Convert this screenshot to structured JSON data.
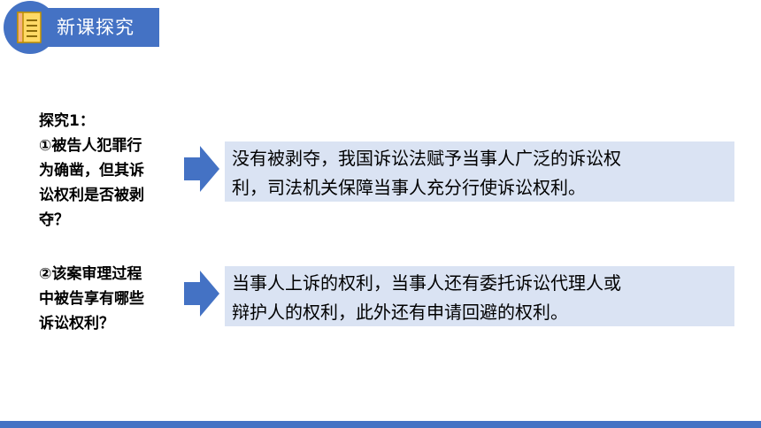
{
  "header": {
    "title": "新课探究",
    "icon": "notebook-icon",
    "color": "#4472c4"
  },
  "section": {
    "heading": "探究1："
  },
  "questions": [
    {
      "lines": [
        "①被告人犯罪行",
        "为确凿，但其诉",
        "讼权利是否被剥",
        "夺？"
      ],
      "answer_lines": [
        "没有被剥夺，我国诉讼法赋予当事人广泛的诉讼权",
        "利，司法机关保障当事人充分行使诉讼权利。"
      ]
    },
    {
      "lines": [
        "②该案审理过程",
        "中被告享有哪些",
        "诉讼权利？"
      ],
      "answer_lines": [
        "当事人上诉的权利，当事人还有委托诉讼代理人或",
        "辩护人的权利，此外还有申请回避的权利。"
      ]
    }
  ],
  "colors": {
    "accent": "#4472c4",
    "answer_bg": "#dae3f3"
  }
}
